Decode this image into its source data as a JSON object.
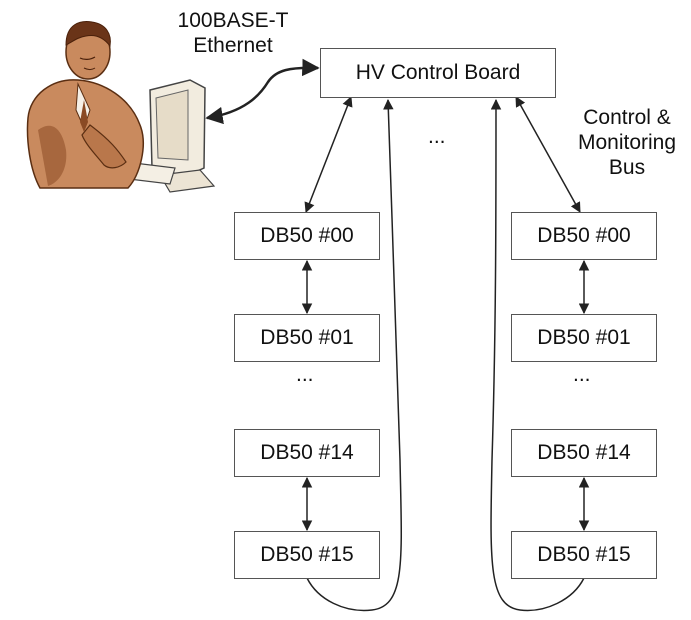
{
  "labels": {
    "ethernet_line1": "100BASE-T",
    "ethernet_line2": "Ethernet",
    "bus_line1": "Control &",
    "bus_line2": "Monitoring",
    "bus_line3": "Bus",
    "ellipsis_top": "...",
    "ellipsis_left": "...",
    "ellipsis_right": "..."
  },
  "control_board": {
    "label": "HV Control Board"
  },
  "left_chain": [
    {
      "label": "DB50 #00"
    },
    {
      "label": "DB50 #01"
    },
    {
      "label": "DB50 #14"
    },
    {
      "label": "DB50 #15"
    }
  ],
  "right_chain": [
    {
      "label": "DB50 #00"
    },
    {
      "label": "DB50 #01"
    },
    {
      "label": "DB50 #14"
    },
    {
      "label": "DB50 #15"
    }
  ],
  "icons": {
    "operator": "operator-at-computer-icon"
  },
  "colors": {
    "line": "#222222",
    "box_border": "#555555",
    "skin": "#c98a5e",
    "shadow": "#8a4a24"
  }
}
